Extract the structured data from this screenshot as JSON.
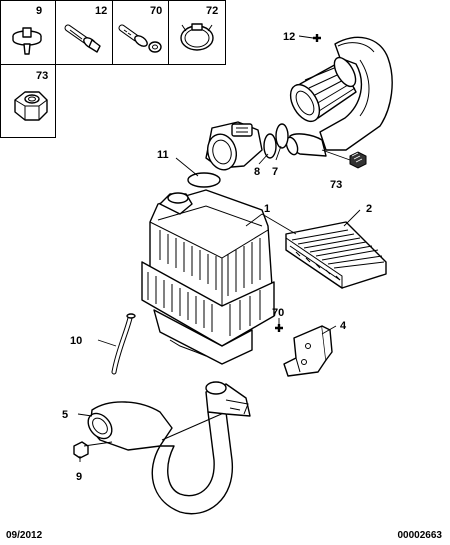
{
  "legend": {
    "items": [
      {
        "id": "9",
        "label": "9"
      },
      {
        "id": "12",
        "label": "12"
      },
      {
        "id": "70",
        "label": "70"
      },
      {
        "id": "72",
        "label": "72"
      },
      {
        "id": "73",
        "label": "73"
      }
    ]
  },
  "callouts": {
    "c12": "12",
    "c11": "11",
    "c8": "8",
    "c7": "7",
    "c73": "73",
    "c1": "1",
    "c2": "2",
    "c70": "70",
    "c4": "4",
    "c10": "10",
    "c5": "5",
    "c9": "9"
  },
  "footer": {
    "date": "09/2012",
    "reference": "00002663"
  }
}
